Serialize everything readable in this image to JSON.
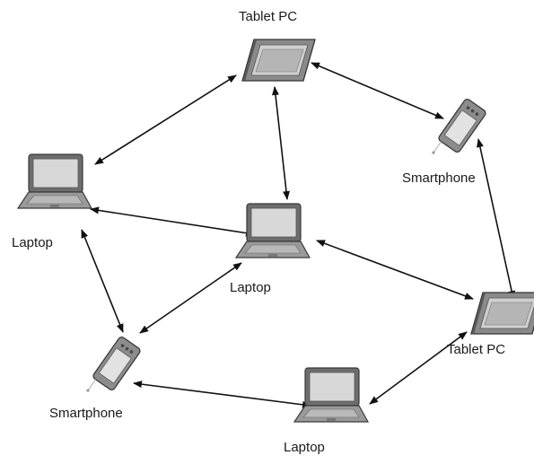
{
  "diagram": {
    "nodes": [
      {
        "id": "tablet-top",
        "kind": "tablet",
        "label": "Tablet PC"
      },
      {
        "id": "smartphone-right",
        "kind": "smartphone",
        "label": "Smartphone"
      },
      {
        "id": "laptop-left",
        "kind": "laptop",
        "label": "Laptop"
      },
      {
        "id": "laptop-center",
        "kind": "laptop",
        "label": "Laptop"
      },
      {
        "id": "tablet-right",
        "kind": "tablet",
        "label": "Tablet PC"
      },
      {
        "id": "smartphone-bottom",
        "kind": "smartphone",
        "label": "Smartphone"
      },
      {
        "id": "laptop-bottom",
        "kind": "laptop",
        "label": "Laptop"
      }
    ],
    "edges": [
      {
        "from": "tablet-top",
        "to": "laptop-left",
        "bidirectional": true
      },
      {
        "from": "tablet-top",
        "to": "smartphone-right",
        "bidirectional": true
      },
      {
        "from": "tablet-top",
        "to": "laptop-center",
        "bidirectional": true
      },
      {
        "from": "laptop-left",
        "to": "laptop-center",
        "bidirectional": true
      },
      {
        "from": "laptop-left",
        "to": "smartphone-bottom",
        "bidirectional": true
      },
      {
        "from": "laptop-center",
        "to": "smartphone-bottom",
        "bidirectional": true
      },
      {
        "from": "laptop-center",
        "to": "tablet-right",
        "bidirectional": true
      },
      {
        "from": "smartphone-right",
        "to": "tablet-right",
        "bidirectional": true
      },
      {
        "from": "smartphone-bottom",
        "to": "laptop-bottom",
        "bidirectional": true
      },
      {
        "from": "tablet-right",
        "to": "laptop-bottom",
        "bidirectional": true
      }
    ]
  }
}
